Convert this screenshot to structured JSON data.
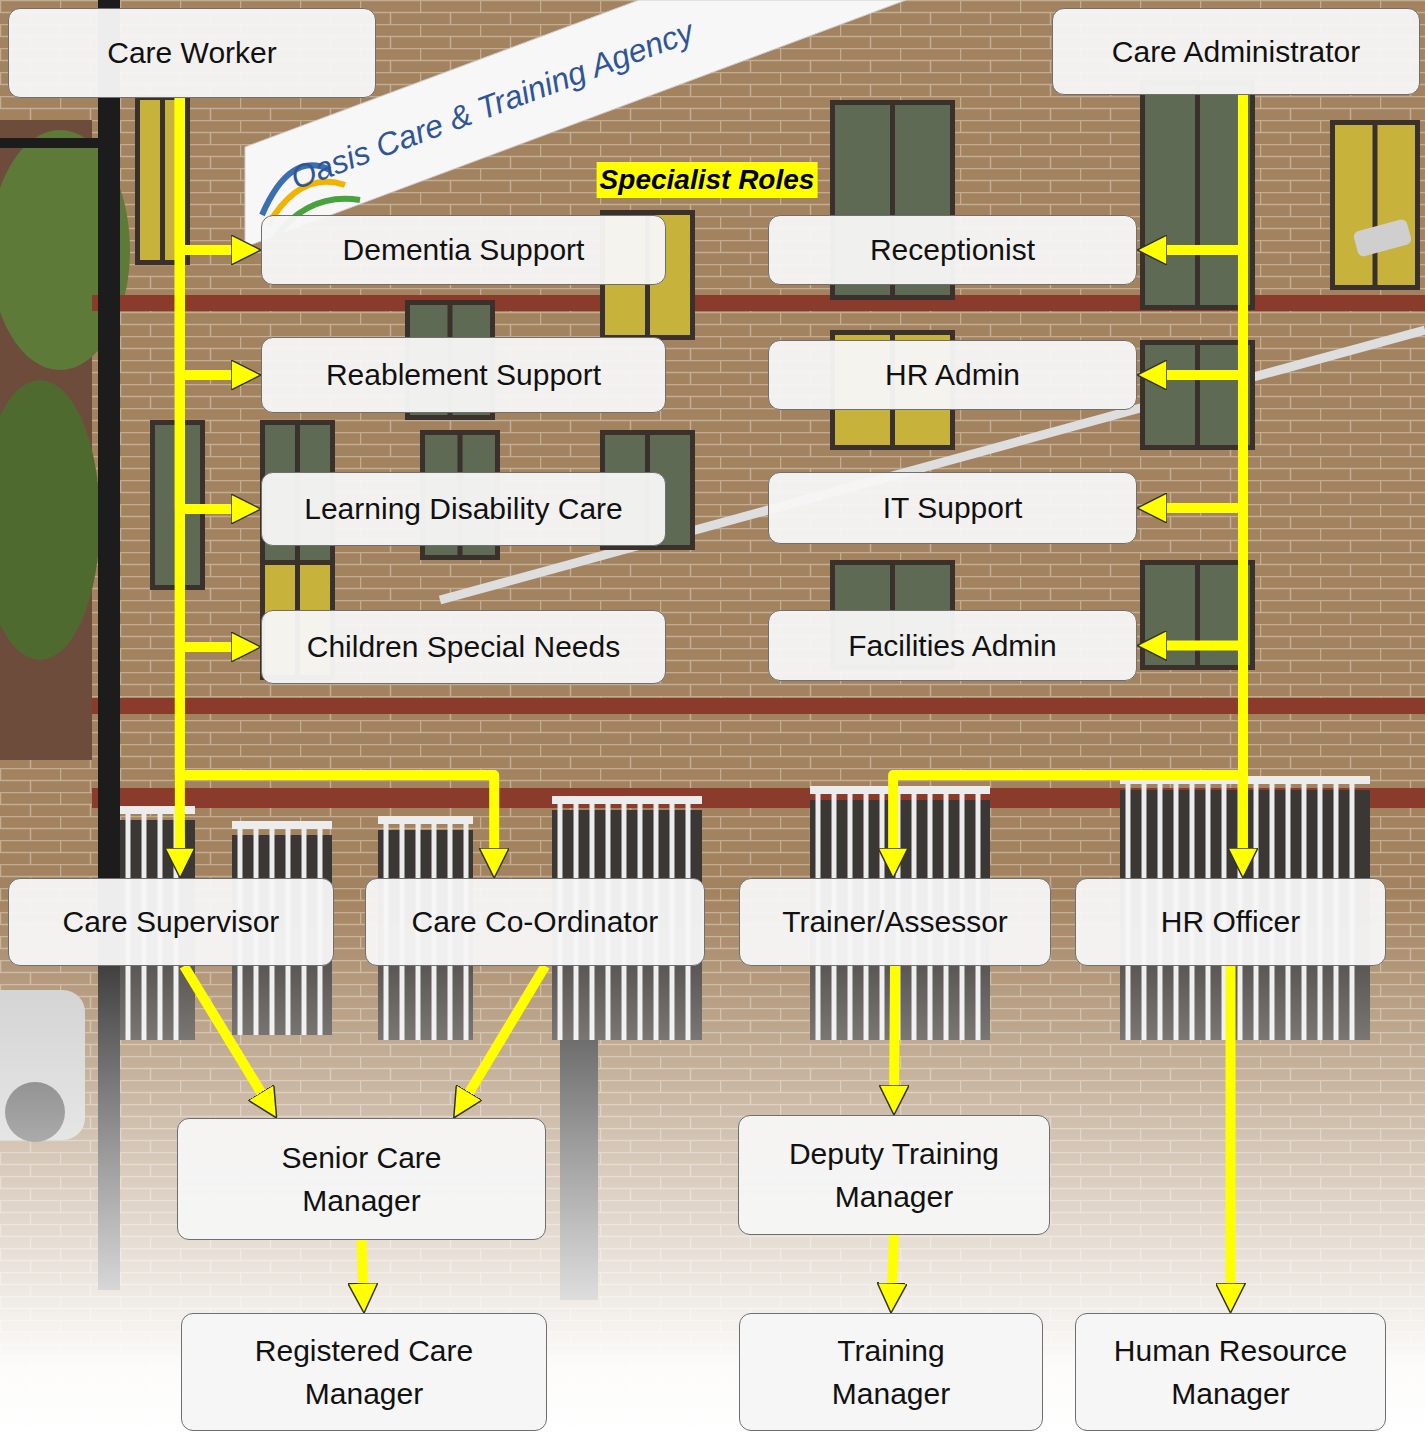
{
  "diagram": {
    "nodes": [
      {
        "text": [
          "Care Worker"
        ]
      },
      {
        "text": [
          "Care Administrator"
        ]
      },
      {
        "text": [
          "Dementia Support"
        ]
      },
      {
        "text": [
          "Receptionist"
        ]
      },
      {
        "text": [
          "Reablement Support"
        ]
      },
      {
        "text": [
          "HR Admin"
        ]
      },
      {
        "text": [
          "Learning Disability Care"
        ]
      },
      {
        "text": [
          "IT Support"
        ]
      },
      {
        "text": [
          "Children Special Needs"
        ]
      },
      {
        "text": [
          "Facilities Admin"
        ]
      },
      {
        "text": [
          "Care Supervisor"
        ]
      },
      {
        "text": [
          "Care Co-Ordinator"
        ]
      },
      {
        "text": [
          "Trainer/Assessor"
        ]
      },
      {
        "text": [
          "HR Officer"
        ]
      },
      {
        "text": [
          "Senior Care Manager"
        ]
      },
      {
        "text": [
          "Deputy Training Manager"
        ]
      },
      {
        "text": [
          "Registered Care Manager"
        ]
      },
      {
        "text": [
          "Training Manager"
        ]
      },
      {
        "text": [
          "Human Resource Manager"
        ]
      }
    ],
    "edges": [
      {
        "from": 0,
        "to": 2,
        "arrow": "to"
      },
      {
        "from": 0,
        "to": 4,
        "arrow": "to"
      },
      {
        "from": 0,
        "to": 6,
        "arrow": "to"
      },
      {
        "from": 0,
        "to": 8,
        "arrow": "to"
      },
      {
        "from": 0,
        "to": 10,
        "arrow": "to"
      },
      {
        "from": 0,
        "to": 11,
        "arrow": "to"
      },
      {
        "from": 1,
        "to": 3,
        "arrow": "to"
      },
      {
        "from": 1,
        "to": 5,
        "arrow": "to"
      },
      {
        "from": 1,
        "to": 7,
        "arrow": "to"
      },
      {
        "from": 1,
        "to": 9,
        "arrow": "to"
      },
      {
        "from": 1,
        "to": 12,
        "arrow": "to"
      },
      {
        "from": 1,
        "to": 13,
        "arrow": "to"
      },
      {
        "from": 10,
        "to": 14,
        "arrow": "to"
      },
      {
        "from": 11,
        "to": 14,
        "arrow": "to"
      },
      {
        "from": 14,
        "to": 16,
        "arrow": "to"
      },
      {
        "from": 12,
        "to": 15,
        "arrow": "to"
      },
      {
        "from": 15,
        "to": 17,
        "arrow": "to"
      },
      {
        "from": 13,
        "to": 18,
        "arrow": "to"
      }
    ],
    "labels": [
      "Specialist Roles",
      "Oasis Care & Training Agency"
    ]
  }
}
